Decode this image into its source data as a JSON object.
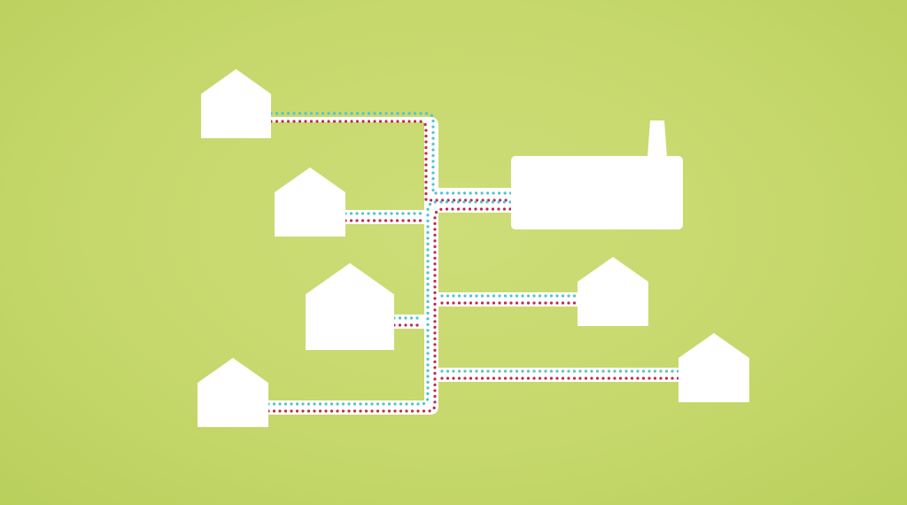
{
  "colors": {
    "background": "#c6d86c",
    "shape_fill": "#ffffff",
    "supply_dots": "#4fc3d6",
    "return_dots": "#c0284a"
  },
  "nodes": [
    {
      "id": "plant",
      "kind": "factory",
      "icon": "factory-icon"
    },
    {
      "id": "house-1",
      "kind": "house",
      "icon": "house-icon"
    },
    {
      "id": "house-2",
      "kind": "house",
      "icon": "house-icon"
    },
    {
      "id": "house-3",
      "kind": "house",
      "icon": "house-icon"
    },
    {
      "id": "house-4",
      "kind": "house",
      "icon": "house-icon"
    },
    {
      "id": "house-5",
      "kind": "house",
      "icon": "house-icon"
    },
    {
      "id": "house-6",
      "kind": "house",
      "icon": "house-icon"
    }
  ],
  "connections": [
    {
      "from": "plant",
      "to": "house-1"
    },
    {
      "from": "plant",
      "to": "house-2"
    },
    {
      "from": "plant",
      "to": "house-3"
    },
    {
      "from": "plant",
      "to": "house-4"
    },
    {
      "from": "plant",
      "to": "house-5"
    },
    {
      "from": "plant",
      "to": "house-6"
    }
  ]
}
